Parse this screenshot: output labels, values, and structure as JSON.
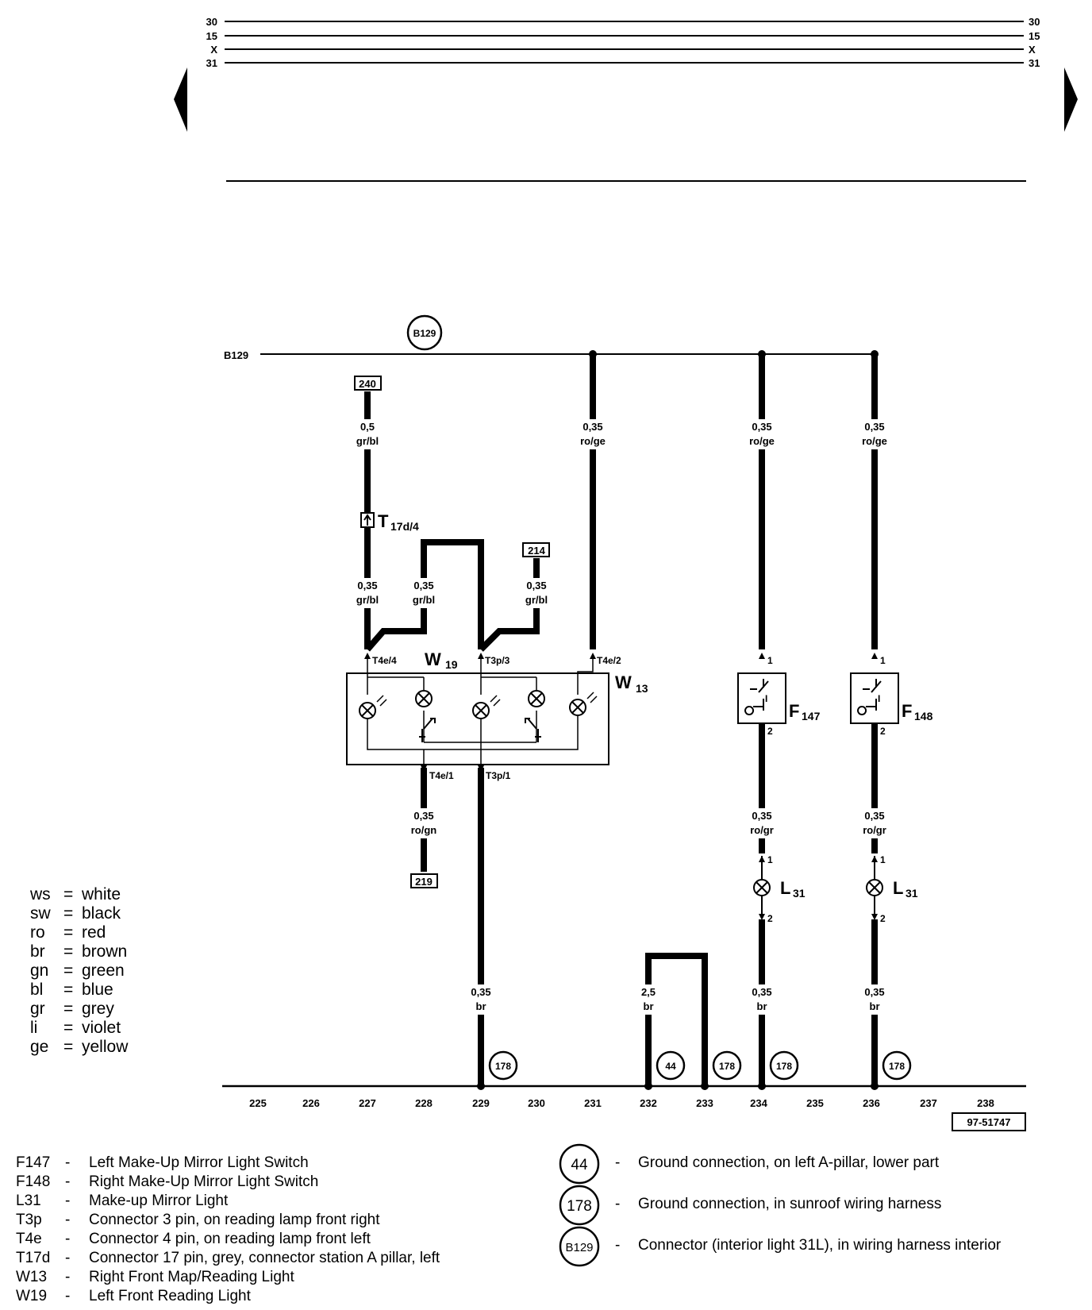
{
  "rails": {
    "left": [
      "30",
      "15",
      "X",
      "31"
    ],
    "right": [
      "30",
      "15",
      "X",
      "31"
    ]
  },
  "wires": {
    "w240": {
      "ref": "240",
      "gauge": "0,5",
      "color": "gr/bl"
    },
    "w_t17_low": {
      "gauge": "0,35",
      "color": "gr/bl"
    },
    "w_mid": {
      "gauge": "0,35",
      "color": "gr/bl"
    },
    "w214": {
      "ref": "214",
      "gauge": "0,35",
      "color": "gr/bl"
    },
    "w_w13": {
      "gauge": "0,35",
      "color": "ro/ge"
    },
    "w_f147_top": {
      "gauge": "0,35",
      "color": "ro/ge"
    },
    "w_f148_top": {
      "gauge": "0,35",
      "color": "ro/ge"
    },
    "w219": {
      "ref": "219",
      "gauge": "0,35",
      "color": "ro/gn"
    },
    "w_f147_mid": {
      "gauge": "0,35",
      "color": "ro/gr"
    },
    "w_f148_mid": {
      "gauge": "0,35",
      "color": "ro/gr"
    },
    "w229": {
      "gauge": "0,35",
      "color": "br"
    },
    "w232": {
      "gauge": "2,5",
      "color": "br"
    },
    "w234": {
      "gauge": "0,35",
      "color": "br"
    },
    "w236": {
      "gauge": "0,35",
      "color": "br"
    }
  },
  "connectors": {
    "b129_line": "B129",
    "b129_circle": "B129",
    "t17_main": "T",
    "t17_sub": "17d/4",
    "t4e4": "T4e/4",
    "t3p3": "T3p/3",
    "t4e2": "T4e/2",
    "t4e1": "T4e/1",
    "t3p1": "T3p/1"
  },
  "components": {
    "w19": {
      "main": "W",
      "sub": "19"
    },
    "w13": {
      "main": "W",
      "sub": "13"
    },
    "f147": {
      "main": "F",
      "sub": "147"
    },
    "f148": {
      "main": "F",
      "sub": "148"
    },
    "l31a": {
      "main": "L",
      "sub": "31"
    },
    "l31b": {
      "main": "L",
      "sub": "31"
    }
  },
  "pins": {
    "one": "1",
    "two": "2",
    "switch_mark": "I"
  },
  "grounds": [
    "178",
    "44",
    "178",
    "178",
    "178"
  ],
  "columns": [
    "225",
    "226",
    "227",
    "228",
    "229",
    "230",
    "231",
    "232",
    "233",
    "234",
    "235",
    "236",
    "237",
    "238"
  ],
  "diagram_id": "97-51747",
  "color_key": [
    {
      "code": "ws",
      "name": "white"
    },
    {
      "code": "sw",
      "name": "black"
    },
    {
      "code": "ro",
      "name": "red"
    },
    {
      "code": "br",
      "name": "brown"
    },
    {
      "code": "gn",
      "name": "green"
    },
    {
      "code": "bl",
      "name": "blue"
    },
    {
      "code": "gr",
      "name": "grey"
    },
    {
      "code": "li",
      "name": "violet"
    },
    {
      "code": "ge",
      "name": "yellow"
    }
  ],
  "legend_components": [
    {
      "code": "F147",
      "desc": "Left Make-Up Mirror Light Switch"
    },
    {
      "code": "F148",
      "desc": "Right Make-Up Mirror Light Switch"
    },
    {
      "code": "L31",
      "desc": "Make-up Mirror Light"
    },
    {
      "code": "T3p",
      "desc": "Connector 3 pin, on reading lamp front right"
    },
    {
      "code": "T4e",
      "desc": "Connector 4 pin, on reading lamp front left"
    },
    {
      "code": "T17d",
      "desc": "Connector 17 pin, grey, connector station A pillar, left"
    },
    {
      "code": "W13",
      "desc": "Right Front Map/Reading Light"
    },
    {
      "code": "W19",
      "desc": "Left Front Reading Light"
    }
  ],
  "legend_grounds": [
    {
      "code": "44",
      "desc": "Ground connection, on left A-pillar, lower part"
    },
    {
      "code": "178",
      "desc": "Ground connection, in sunroof wiring harness"
    },
    {
      "code": "B129",
      "desc": "Connector (interior light 31L), in wiring harness interior"
    }
  ],
  "legend_dash": "-",
  "key_eq": "="
}
